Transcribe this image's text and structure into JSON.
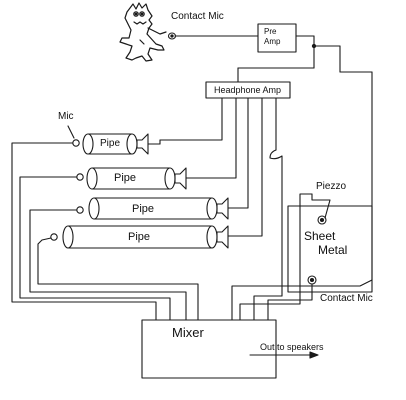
{
  "labels": {
    "contact_mic_top": "Contact Mic",
    "pre_amp_line1": "Pre",
    "pre_amp_line2": "Amp",
    "headphone_amp": "Headphone Amp",
    "mic": "Mic",
    "pipe_1": "Pipe",
    "pipe_2": "Pipe",
    "pipe_3": "Pipe",
    "pipe_4": "Pipe",
    "piezzo": "Piezzo",
    "sheet_metal_line1": "Sheet",
    "sheet_metal_line2": "Metal",
    "contact_mic_bottom": "Contact Mic",
    "mixer": "Mixer",
    "out_to_speakers": "Out to speakers"
  },
  "colors": {
    "line": "#1a1a1a",
    "background": "#ffffff"
  }
}
